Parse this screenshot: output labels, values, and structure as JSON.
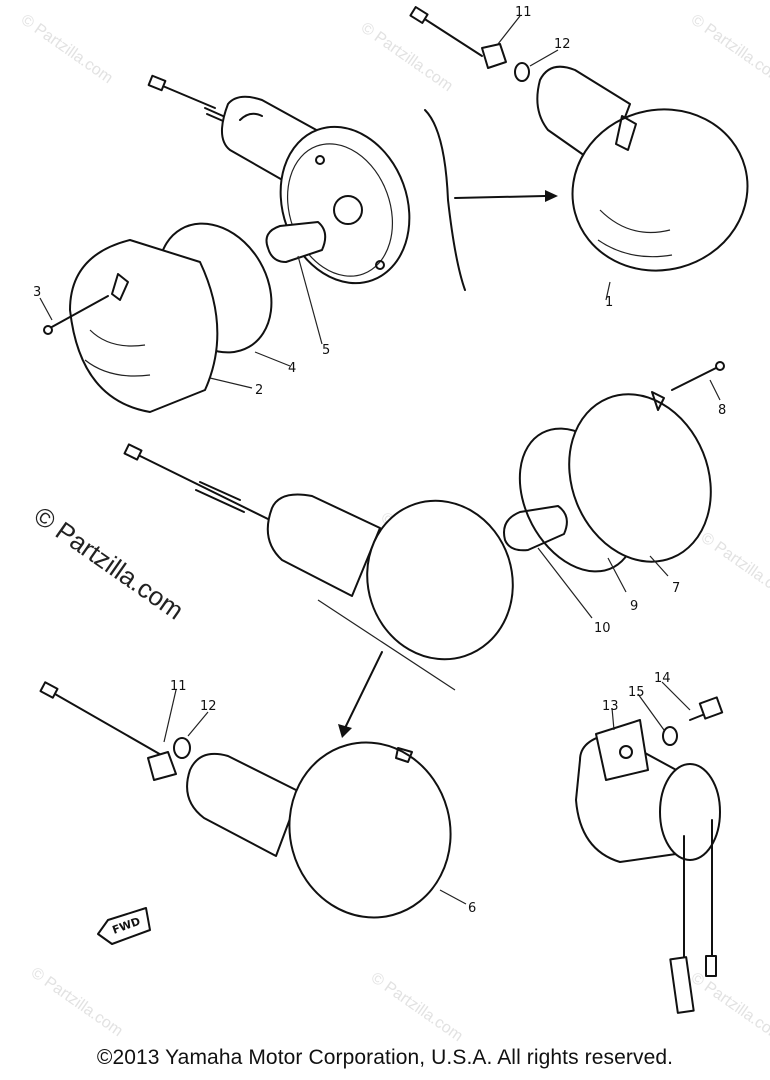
{
  "watermark": {
    "brand": "© Partzilla.com",
    "small": "© Partzilla.com"
  },
  "arrow_label": "FWD",
  "callouts": {
    "c1": "1",
    "c2": "2",
    "c3": "3",
    "c4": "4",
    "c5": "5",
    "c6": "6",
    "c7": "7",
    "c8": "8",
    "c9": "9",
    "c10": "10",
    "c11a": "11",
    "c12a": "12",
    "c11b": "11",
    "c12b": "12",
    "c13": "13",
    "c14": "14",
    "c15": "15"
  },
  "footer": {
    "copyright": "©2013  Yamaha Motor Corporation, U.S.A. All rights reserved."
  }
}
